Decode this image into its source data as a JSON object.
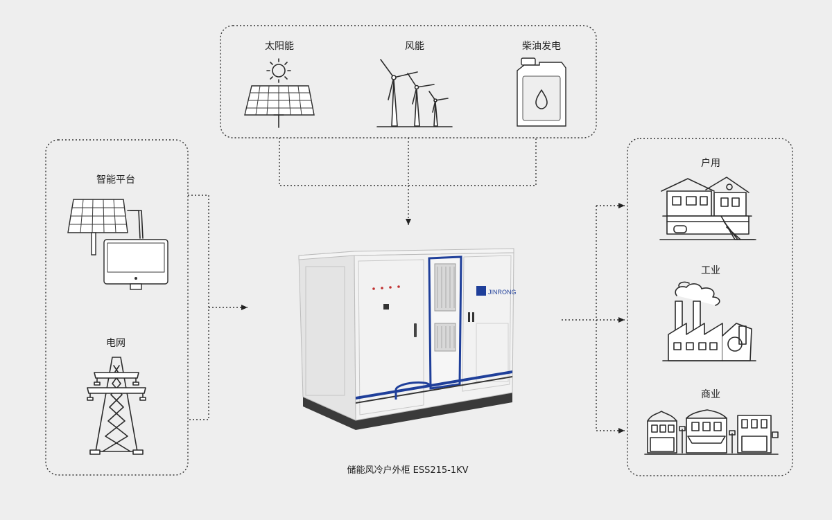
{
  "sources": {
    "solar": "太阳能",
    "wind": "风能",
    "diesel": "柴油发电"
  },
  "inputs": {
    "platform": "智能平台",
    "grid": "电网"
  },
  "outputs": {
    "residential": "户用",
    "industrial": "工业",
    "commercial": "商业"
  },
  "product": {
    "caption": "储能风冷户外柜 ESS215-1KV",
    "brand": "JINRONG"
  },
  "colors": {
    "background": "#eeeeee",
    "box_border": "#333333",
    "accent_blue": "#1f3f9a"
  }
}
